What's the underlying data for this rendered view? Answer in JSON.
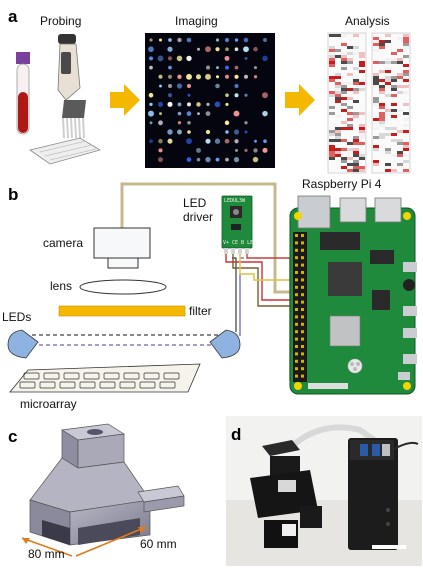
{
  "panel_a": {
    "letter": "a",
    "probing_label": "Probing",
    "imaging_label": "Imaging",
    "analysis_label": "Analysis"
  },
  "panel_b": {
    "letter": "b",
    "camera_label": "camera",
    "lens_label": "lens",
    "filter_label": "filter",
    "leds_label": "LEDs",
    "microarray_label": "microarray",
    "led_driver_label_1": "LED",
    "led_driver_label_2": "driver",
    "raspberry_label": "Raspberry Pi 4",
    "chip_pins": "V+ CE B LED",
    "chip_top": "LEDUL3W"
  },
  "panel_c": {
    "letter": "c",
    "dim_80": "80 mm",
    "dim_60": "60 mm"
  },
  "panel_d": {
    "letter": "d"
  },
  "colors": {
    "arrow": "#f5b800",
    "filter": "#f5b800",
    "led_blue": "#8fb3e0",
    "pcb_green": "#1f8a3c",
    "camera_cable": "#c8b890",
    "wire_red": "#d03030",
    "wire_yellow": "#e0c040"
  }
}
